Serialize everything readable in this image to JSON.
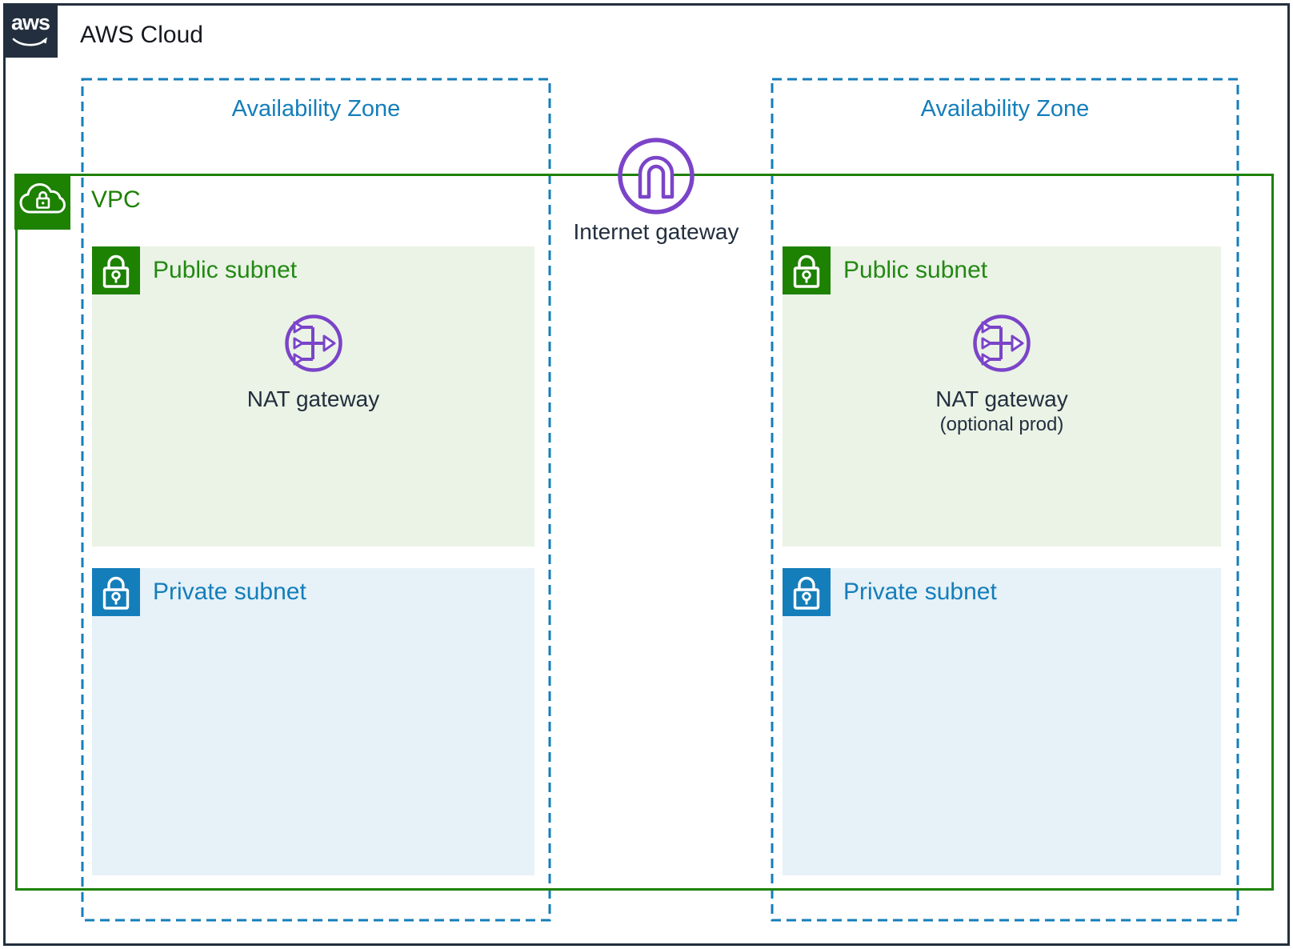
{
  "header": {
    "logo_text": "aws",
    "title": "AWS Cloud"
  },
  "availability_zones": [
    {
      "label": "Availability Zone"
    },
    {
      "label": "Availability Zone"
    }
  ],
  "vpc": {
    "label": "VPC"
  },
  "internet_gateway": {
    "label": "Internet gateway"
  },
  "subnets": [
    {
      "kind": "public",
      "label": "Public subnet",
      "nat_gateway": {
        "label": "NAT gateway"
      }
    },
    {
      "kind": "private",
      "label": "Private subnet"
    },
    {
      "kind": "public",
      "label": "Public subnet",
      "nat_gateway": {
        "label": "NAT gateway",
        "note": "(optional prod)"
      }
    },
    {
      "kind": "private",
      "label": "Private subnet"
    }
  ],
  "colors": {
    "aws_dark": "#232F3E",
    "vpc_green": "#1D8102",
    "public_subnet_bg": "#EAF3E6",
    "subnet_blue": "#147EBA",
    "private_subnet_bg": "#E6F1F8",
    "gateway_purple": "#7B44C8"
  }
}
